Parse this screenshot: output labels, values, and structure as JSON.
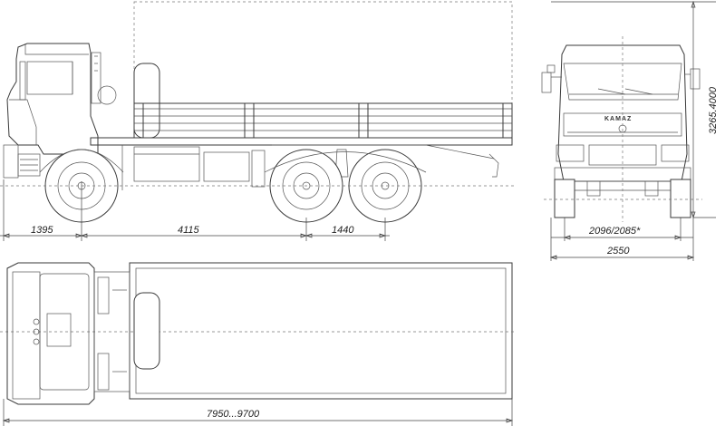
{
  "dimensions": {
    "front_overhang": "1395",
    "wheelbase": "4115",
    "bogie": "1440",
    "track": "2096/2085*",
    "width": "2550",
    "height": "3265.4000",
    "length": "7950...9700"
  },
  "logo_text": "KAMAZ"
}
